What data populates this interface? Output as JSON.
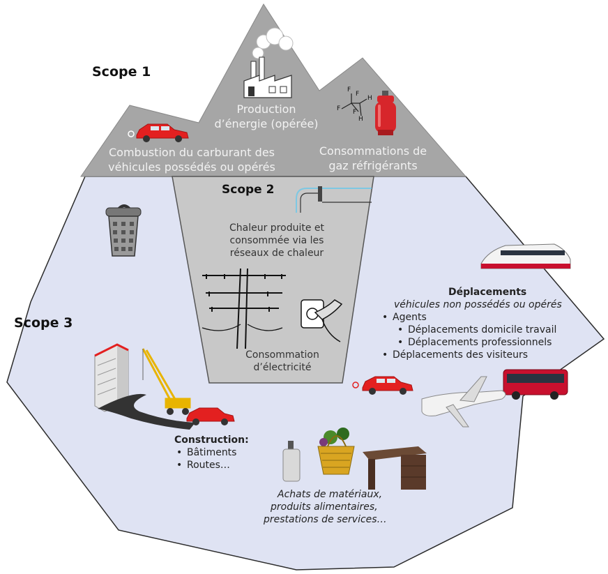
{
  "scope1": {
    "title": "Scope 1",
    "vehicles": [
      "Combustion du carburant des",
      "véhicules possédés ou opérés"
    ],
    "energy": [
      "Production",
      "d’énergie (opérée)"
    ],
    "gas": [
      "Consommations de",
      "gaz réfrigérants"
    ]
  },
  "scope2": {
    "title": "Scope 2",
    "heat": [
      "Chaleur produite et",
      "consommée via les",
      "réseaux de chaleur"
    ],
    "electricity": [
      "Consommation",
      "d’électricité"
    ]
  },
  "scope3": {
    "title": "Scope 3",
    "travel": {
      "heading": "Déplacements",
      "subheading": "véhicules non possédés ou opérés",
      "items": [
        "Agents",
        "Déplacements domicile travail",
        "Déplacements professionnels",
        "Déplacements des visiteurs"
      ]
    },
    "construction": {
      "heading": "Construction:",
      "items": [
        "Bâtiments",
        "Routes…"
      ]
    },
    "purchases": [
      "Achats de matériaux,",
      "produits alimentaires,",
      "prestations de services…"
    ]
  },
  "molecule": {
    "atoms": [
      "F",
      "F",
      "F",
      "F",
      "H",
      "H"
    ]
  },
  "colors": {
    "mountain": "#a6a6a6",
    "funnel": "#c8c8c8",
    "scope3_fill": "#dfe3f3",
    "outline": "#2b2b2b",
    "car_red": "#e32020",
    "bus_red": "#c8102e",
    "cylinder_red": "#d7262b"
  },
  "icons": [
    "factory-icon",
    "gas-cylinder-icon",
    "car-icon",
    "trash-can-icon",
    "train-icon",
    "pipe-icon",
    "power-pole-icon",
    "plug-icon",
    "building-icon",
    "crane-icon",
    "road-icon",
    "bus-icon",
    "airplane-icon",
    "bottle-icon",
    "basket-icon",
    "desk-icon"
  ]
}
